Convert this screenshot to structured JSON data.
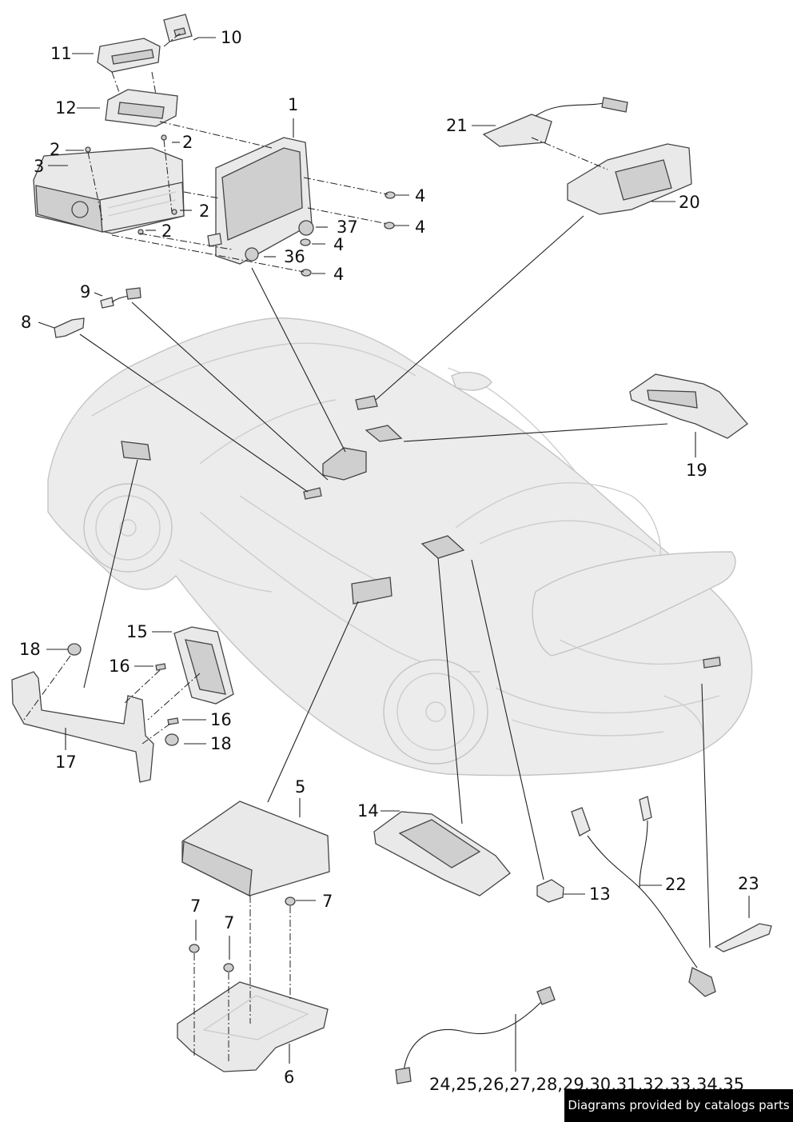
{
  "callouts": {
    "c1": "1",
    "c2a": "2",
    "c2b": "2",
    "c2c": "2",
    "c2d": "2",
    "c3": "3",
    "c4a": "4",
    "c4b": "4",
    "c4c": "4",
    "c4d": "4",
    "c5": "5",
    "c6": "6",
    "c7a": "7",
    "c7b": "7",
    "c7c": "7",
    "c8": "8",
    "c9": "9",
    "c10": "10",
    "c11": "11",
    "c12": "12",
    "c13": "13",
    "c14": "14",
    "c15": "15",
    "c16a": "16",
    "c16b": "16",
    "c17": "17",
    "c18a": "18",
    "c18b": "18",
    "c19": "19",
    "c20": "20",
    "c21": "21",
    "c22": "22",
    "c23": "23",
    "c24_35": "24,25,26,27,28,29,30,31,32,33,34,35",
    "c36": "36",
    "c37": "37"
  },
  "credit": "Diagrams provided by catalogs parts"
}
